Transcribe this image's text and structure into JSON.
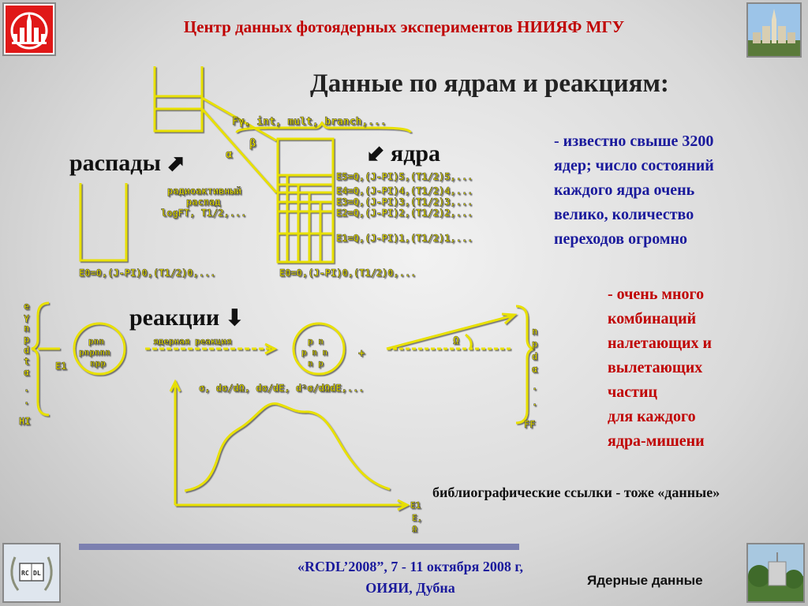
{
  "header": {
    "title": "Центр данных фотоядерных экспериментов НИИЯФ МГУ"
  },
  "slide": {
    "title": "Данные по ядрам и реакциям:",
    "label_decays": "распады",
    "label_nuclei": "ядра",
    "label_reactions": "реакции",
    "note_nuclei": [
      "- известно свыше 3200",
      "ядер;  число состояний",
      "каждого ядра очень",
      "велико, количество",
      "переходов огромно"
    ],
    "note_reactions": [
      "- очень много",
      "комбинаций",
      "налетающих и",
      "вылетающих",
      "частиц",
      "для каждого",
      "ядра-мишени"
    ],
    "refs": "библиографические ссылки - тоже «данные»",
    "topic": "Ядерные данные"
  },
  "diagram": {
    "top_label": "Fγ, int, mult, branch,...",
    "alpha": "α",
    "beta": "β",
    "decay_lines": [
      "радиоактивный",
      "распад",
      "logFT, T1/2,..."
    ],
    "levels": [
      "E5=Q,(J-PI)5,(T1/2)5,...",
      "E4=Q,(J-PI)4,(T1/2)4,...",
      "E3=Q,(J-PI)3,(T1/2)3,...",
      "E2=Q,(J-PI)2,(T1/2)2,...",
      "E1=Q,(J-PI)1,(T1/2)1,..."
    ],
    "ground_left": "E0=0,(J-PI)0,(T1/2)0,...",
    "ground_right": "E0=0,(J-PI)0,(T1/2)0,...",
    "projectiles": [
      "e",
      "γ",
      "n",
      "p",
      "d",
      "t",
      "α",
      ".",
      ".",
      "HI"
    ],
    "outgoing": [
      "n",
      "p",
      "d",
      "α",
      ".",
      ".",
      "FF"
    ],
    "e1": "E1",
    "target_lines": [
      "pnn",
      "pnpnnn",
      "npp"
    ],
    "reaction_arrow": "ядерная реакция",
    "product_lines": [
      "p n",
      "p n n",
      "n p"
    ],
    "plus": "+",
    "omega": "Ω",
    "quantities": "σ, dσ/dΩ, dσ/dE, d²σ/dΩdE,...",
    "axis_labels": [
      "E1",
      "E,",
      "Ω"
    ]
  },
  "footer": {
    "line1": "«RCDL’2008”,  7 - 11 октября 2008 г,",
    "line2": "ОИЯИ, Дубна"
  },
  "logos": {
    "bottom_left_text": [
      "RC",
      "DL"
    ]
  },
  "colors": {
    "header": "#c00000",
    "accent_blue": "#1a1a9c",
    "diagram": "#e8e000",
    "bar": "#7c80b0"
  }
}
